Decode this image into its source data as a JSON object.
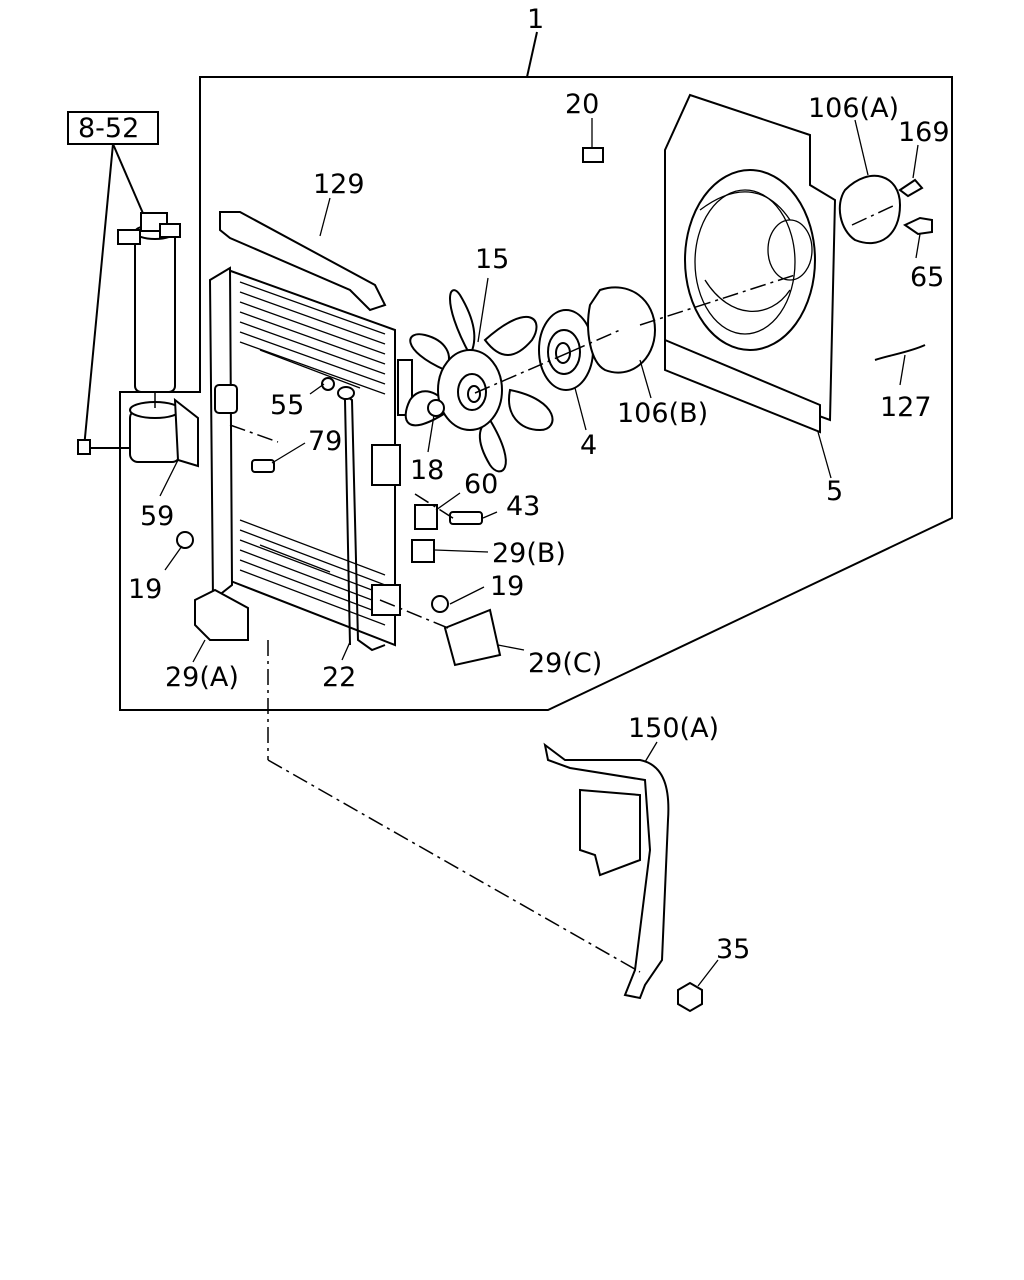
{
  "diagram": {
    "reference_box": {
      "label": "8-52"
    },
    "callouts": [
      {
        "id": "c1",
        "text": "1"
      },
      {
        "id": "c20",
        "text": "20"
      },
      {
        "id": "c106a",
        "text": "106(A)"
      },
      {
        "id": "c169",
        "text": "169"
      },
      {
        "id": "c129",
        "text": "129"
      },
      {
        "id": "c15",
        "text": "15"
      },
      {
        "id": "c65",
        "text": "65"
      },
      {
        "id": "c127",
        "text": "127"
      },
      {
        "id": "c55",
        "text": "55"
      },
      {
        "id": "c106b",
        "text": "106(B)"
      },
      {
        "id": "c4",
        "text": "4"
      },
      {
        "id": "c79",
        "text": "79"
      },
      {
        "id": "c18",
        "text": "18"
      },
      {
        "id": "c5",
        "text": "5"
      },
      {
        "id": "c60",
        "text": "60"
      },
      {
        "id": "c43",
        "text": "43"
      },
      {
        "id": "c59",
        "text": "59"
      },
      {
        "id": "c29b",
        "text": "29(B)"
      },
      {
        "id": "c19a",
        "text": "19"
      },
      {
        "id": "c19b",
        "text": "19"
      },
      {
        "id": "c29c",
        "text": "29(C)"
      },
      {
        "id": "c29a",
        "text": "29(A)"
      },
      {
        "id": "c22",
        "text": "22"
      },
      {
        "id": "c150a",
        "text": "150(A)"
      },
      {
        "id": "c35",
        "text": "35"
      }
    ]
  }
}
